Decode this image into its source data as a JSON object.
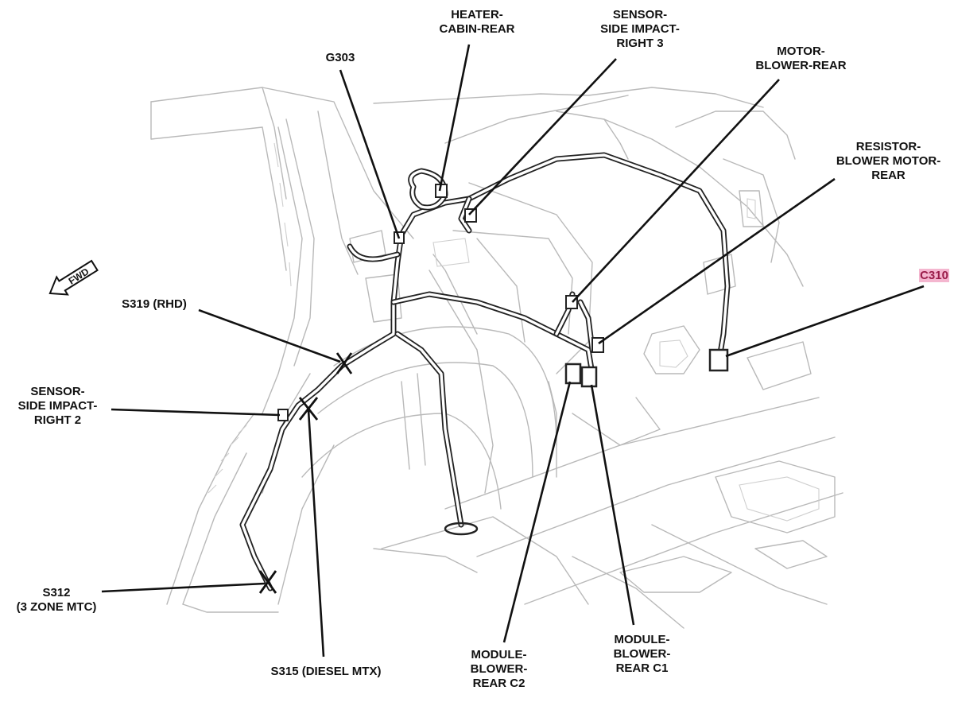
{
  "callouts": {
    "heater_cabin_rear": [
      "HEATER-",
      "CABIN-REAR"
    ],
    "sensor_side_impact_right_3": [
      "SENSOR-",
      "SIDE IMPACT-",
      "RIGHT 3"
    ],
    "g303": [
      "G303"
    ],
    "motor_blower_rear": [
      "MOTOR-",
      "BLOWER-REAR"
    ],
    "resistor_blower_motor_rear": [
      "RESISTOR-",
      "BLOWER MOTOR-",
      "REAR"
    ],
    "c310": [
      "C310"
    ],
    "s319_rhd": [
      "S319 (RHD)"
    ],
    "sensor_side_impact_right_2": [
      "SENSOR-",
      "SIDE IMPACT-",
      "RIGHT 2"
    ],
    "s312_3_zone_mtc": [
      "S312",
      "(3 ZONE MTC)"
    ],
    "s315_diesel_mtx": [
      "S315 (DIESEL MTX)"
    ],
    "module_blower_rear_c2": [
      "MODULE-",
      "BLOWER-",
      "REAR C2"
    ],
    "module_blower_rear_c1": [
      "MODULE-",
      "BLOWER-",
      "REAR C1"
    ]
  },
  "fwd_arrow_text": "FWD",
  "highlight_color": "#f4b6cf",
  "line_color": "#111111"
}
